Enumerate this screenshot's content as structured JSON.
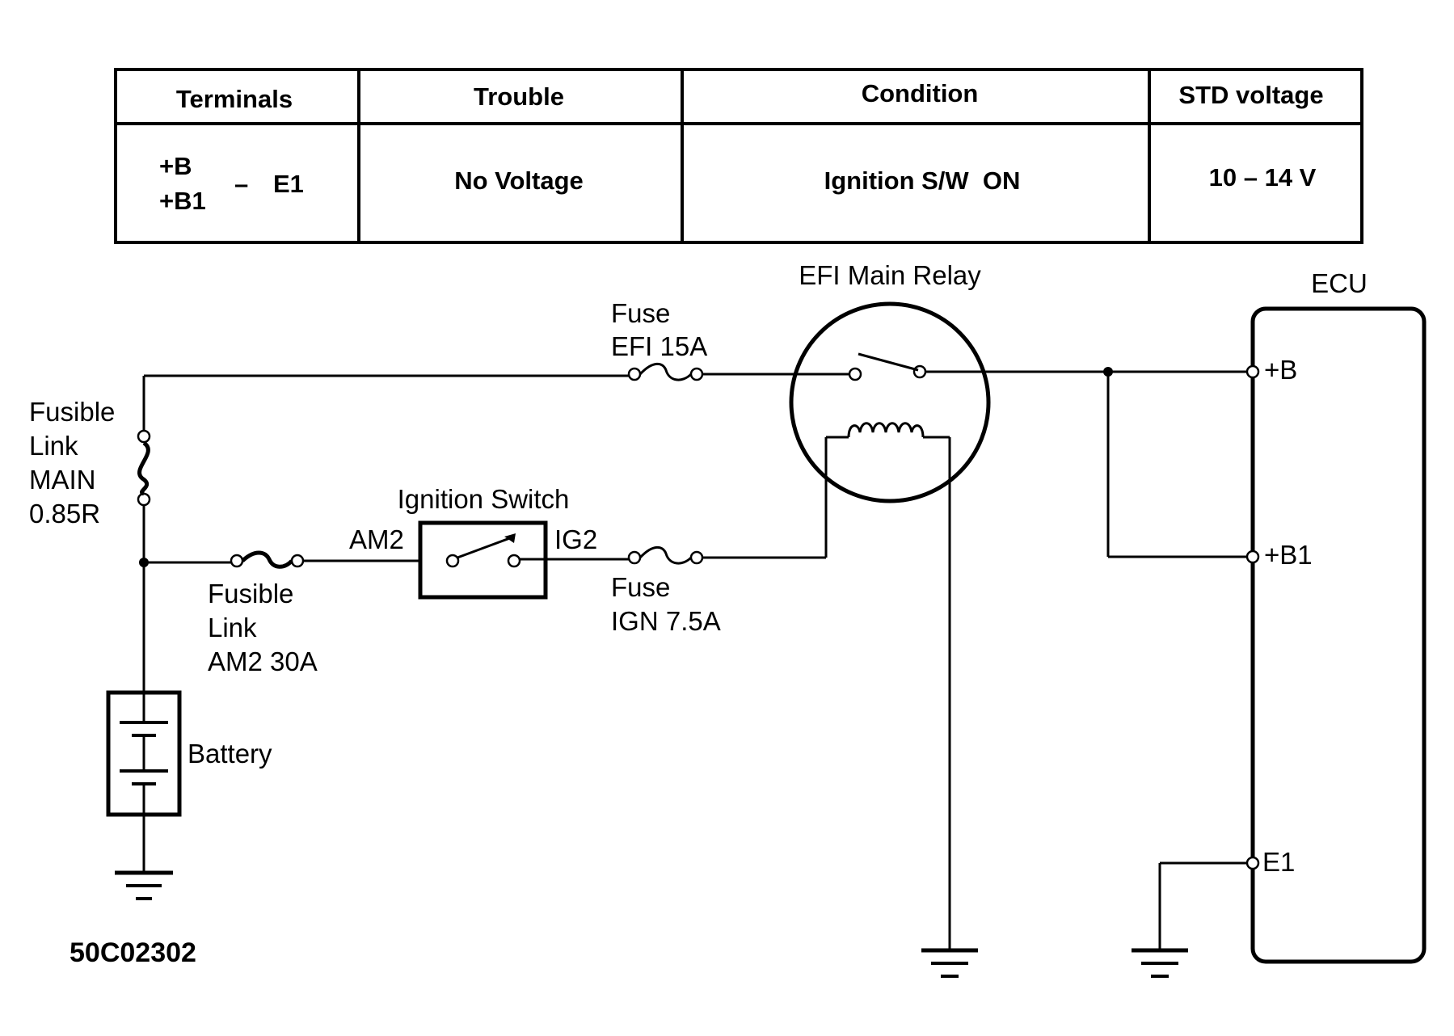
{
  "table": {
    "headers": [
      "Terminals",
      "Trouble",
      "Condition",
      "STD voltage"
    ],
    "row": {
      "terminal_a": "+B",
      "terminal_b": "+B1",
      "dash": "–",
      "terminal_c": "E1",
      "trouble": "No Voltage",
      "condition": "Ignition S/W  ON",
      "std_voltage": "10 – 14 V"
    }
  },
  "labels": {
    "fusible_link_main": [
      "Fusible",
      "Link",
      "MAIN",
      "0.85R"
    ],
    "fusible_link_am2": [
      "Fusible",
      "Link",
      "AM2 30A"
    ],
    "fuse_efi": [
      "Fuse",
      "EFI 15A"
    ],
    "fuse_ign": [
      "Fuse",
      "IGN 7.5A"
    ],
    "efi_main_relay": "EFI Main Relay",
    "ignition_switch": "Ignition Switch",
    "am2": "AM2",
    "ig2": "IG2",
    "battery": "Battery",
    "ecu": "ECU",
    "ecu_b": "+B",
    "ecu_b1": "+B1",
    "ecu_e1": "E1",
    "figure_code": "50C02302"
  }
}
